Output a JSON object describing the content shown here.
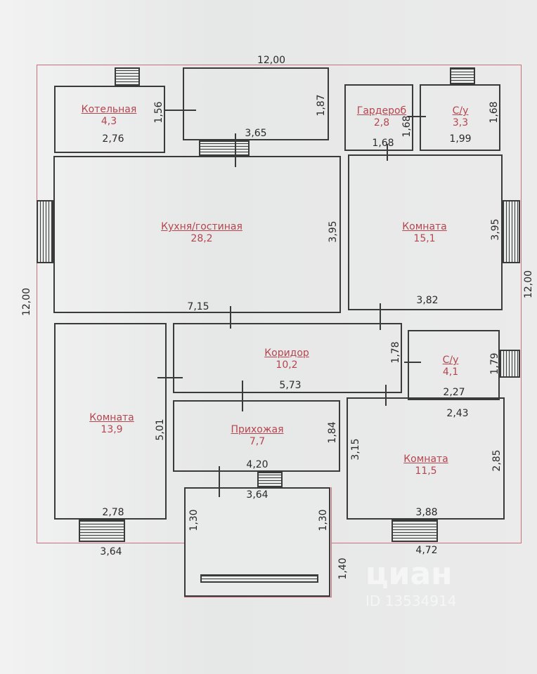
{
  "rooms": [
    {
      "name": "Котельная",
      "area": "4,3"
    },
    {
      "name": "Кухня/гостиная",
      "area": "28,2"
    },
    {
      "name": "Гардероб",
      "area": "2,8"
    },
    {
      "name": "С/у",
      "area": "3,3"
    },
    {
      "name": "Комната",
      "area": "15,1"
    },
    {
      "name": "Коридор",
      "area": "10,2"
    },
    {
      "name": "С/у",
      "area": "4,1"
    },
    {
      "name": "Комната",
      "area": "13,9"
    },
    {
      "name": "Прихожая",
      "area": "7,7"
    },
    {
      "name": "Комната",
      "area": "11,5"
    }
  ],
  "dims": {
    "top": "12,00",
    "left": "12,00",
    "right": "12,00",
    "kot_h": "1,56",
    "kot_w": "2,76",
    "top_room_h": "1,87",
    "top_room_w": "3,65",
    "gard_h": "1,68",
    "gard_w": "1,68",
    "su1_h": "1,68",
    "su1_w": "1,99",
    "kitchen_h": "3,95",
    "kitchen_w": "7,15",
    "room1_h": "3,95",
    "room1_w": "3,82",
    "corr_w": "5,73",
    "su2_left": "1,78",
    "su2_h": "1,79",
    "su2_w": "2,27",
    "room2_h": "5,01",
    "room2_w": "2,78",
    "hall_h": "1,84",
    "hall_w": "4,20",
    "porch_w": "3,64",
    "porch_l": "1,30",
    "porch_r": "1,30",
    "porch_out": "1,40",
    "room3_top": "2,43",
    "room3_l": "3,15",
    "room3_r": "2,85",
    "room3_w": "3,88",
    "bottom_left": "3,64",
    "bottom_right": "4,72"
  },
  "watermark": {
    "brand": "циан",
    "id": "ID 13534914"
  }
}
